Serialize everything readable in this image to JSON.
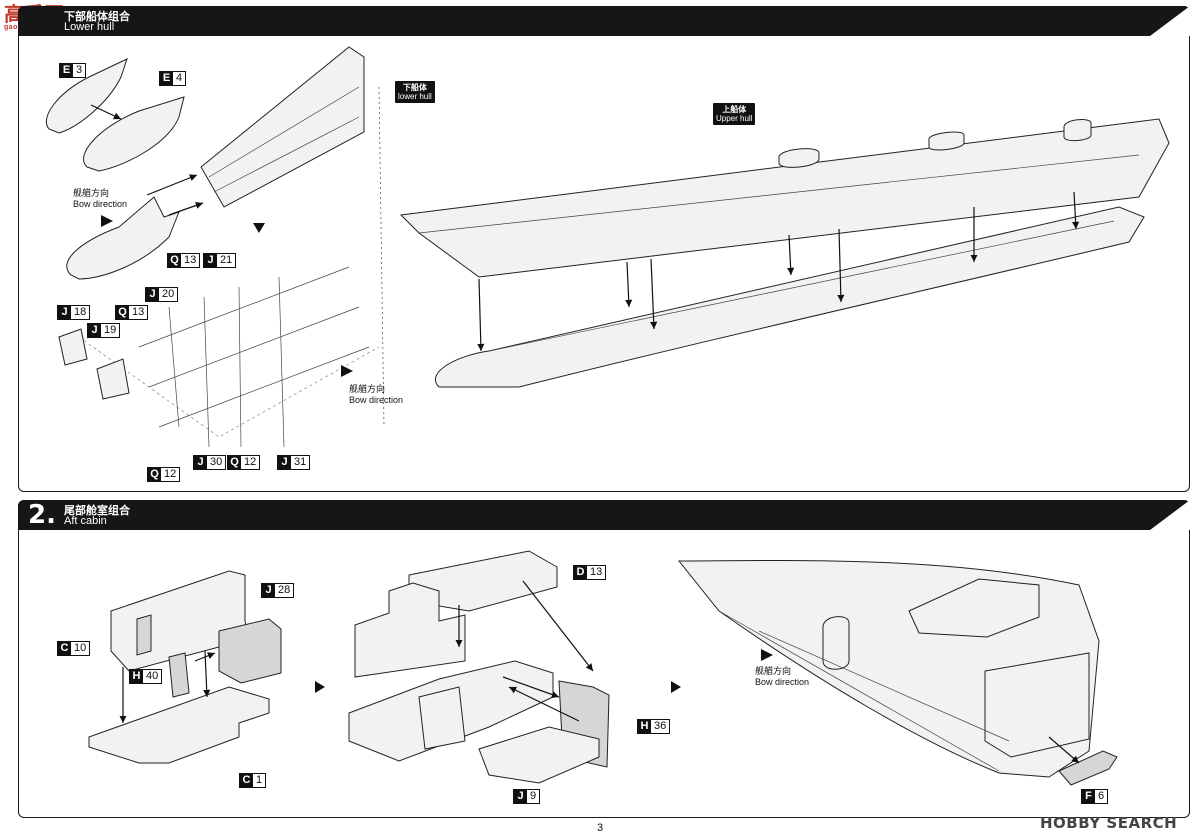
{
  "watermark": {
    "text": "高手网",
    "sub": "gao-shou.com"
  },
  "step1": {
    "number": "",
    "title_cn": "下部船体组合",
    "title_en": "Lower hull",
    "parts": {
      "e3": {
        "letter": "E",
        "num": "3"
      },
      "e4": {
        "letter": "E",
        "num": "4"
      },
      "q13a": {
        "letter": "Q",
        "num": "13"
      },
      "j21": {
        "letter": "J",
        "num": "21"
      },
      "j20": {
        "letter": "J",
        "num": "20"
      },
      "q13b": {
        "letter": "Q",
        "num": "13"
      },
      "j18": {
        "letter": "J",
        "num": "18"
      },
      "j19": {
        "letter": "J",
        "num": "19"
      },
      "q12a": {
        "letter": "Q",
        "num": "12"
      },
      "j30": {
        "letter": "J",
        "num": "30"
      },
      "q12b": {
        "letter": "Q",
        "num": "12"
      },
      "j31": {
        "letter": "J",
        "num": "31"
      }
    },
    "callouts": {
      "lower_hull": {
        "cn": "下船体",
        "en": "lower hull"
      },
      "upper_hull": {
        "cn": "上船体",
        "en": "Upper hull"
      }
    },
    "bow_left": {
      "cn": "舰艏方向",
      "en": "Bow direction"
    },
    "bow_mid": {
      "cn": "舰艏方向",
      "en": "Bow direction"
    }
  },
  "step2": {
    "number": "2.",
    "title_cn": "尾部舱室组合",
    "title_en": "Aft cabin",
    "parts": {
      "j28": {
        "letter": "J",
        "num": "28"
      },
      "c10": {
        "letter": "C",
        "num": "10"
      },
      "h40": {
        "letter": "H",
        "num": "40"
      },
      "c1": {
        "letter": "C",
        "num": "1"
      },
      "d13": {
        "letter": "D",
        "num": "13"
      },
      "h36": {
        "letter": "H",
        "num": "36"
      },
      "j9": {
        "letter": "J",
        "num": "9"
      },
      "f6": {
        "letter": "F",
        "num": "6"
      }
    },
    "bow": {
      "cn": "舰艏方向",
      "en": "Bow direction"
    }
  },
  "footer": {
    "page": "3",
    "logo": "HOBBY SEARCH"
  }
}
